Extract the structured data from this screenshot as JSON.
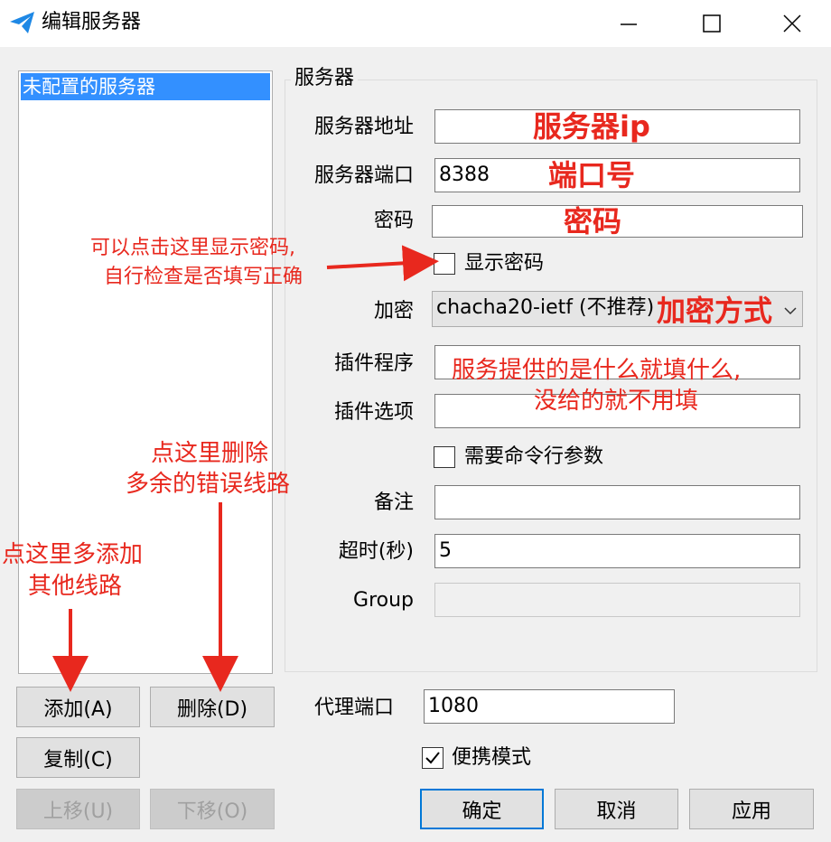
{
  "window": {
    "title": "编辑服务器"
  },
  "server_list": {
    "items": [
      "未配置的服务器"
    ]
  },
  "server_group": {
    "title": "服务器",
    "address": {
      "label": "服务器地址",
      "value": ""
    },
    "port": {
      "label": "服务器端口",
      "value": "8388"
    },
    "password": {
      "label": "密码",
      "value": ""
    },
    "show_password": {
      "label": "显示密码",
      "checked": false
    },
    "encryption": {
      "label": "加密",
      "value": "chacha20-ietf (不推荐)"
    },
    "plugin_program": {
      "label": "插件程序",
      "value": ""
    },
    "plugin_options": {
      "label": "插件选项",
      "value": ""
    },
    "need_cmd_args": {
      "label": "需要命令行参数",
      "checked": false
    },
    "remarks": {
      "label": "备注",
      "value": ""
    },
    "timeout": {
      "label": "超时(秒)",
      "value": "5"
    },
    "group": {
      "label": "Group",
      "value": ""
    }
  },
  "list_buttons": {
    "add": "添加(A)",
    "delete": "删除(D)",
    "copy": "复制(C)",
    "move_up": "上移(U)",
    "move_down": "下移(O)"
  },
  "proxy_port": {
    "label": "代理端口",
    "value": "1080"
  },
  "portable_mode": {
    "label": "便携模式",
    "checked": true
  },
  "dialog_buttons": {
    "ok": "确定",
    "cancel": "取消",
    "apply": "应用"
  },
  "annotations": {
    "server_ip": "服务器ip",
    "port_number": "端口号",
    "password": "密码",
    "encryption_method": "加密方式",
    "show_password_tip_line1": "可以点击这里显示密码,",
    "show_password_tip_line2": "自行检查是否填写正确",
    "plugin_tip_line1": "服务提供的是什么就填什么,",
    "plugin_tip_line2": "没给的就不用填",
    "delete_tip_line1": "点这里删除",
    "delete_tip_line2": "多余的错误线路",
    "add_tip_line1": "点这里多添加",
    "add_tip_line2": "其他线路"
  },
  "colors": {
    "annotation": "#e8281e",
    "selection": "#3390ff",
    "accent": "#0078d7"
  }
}
